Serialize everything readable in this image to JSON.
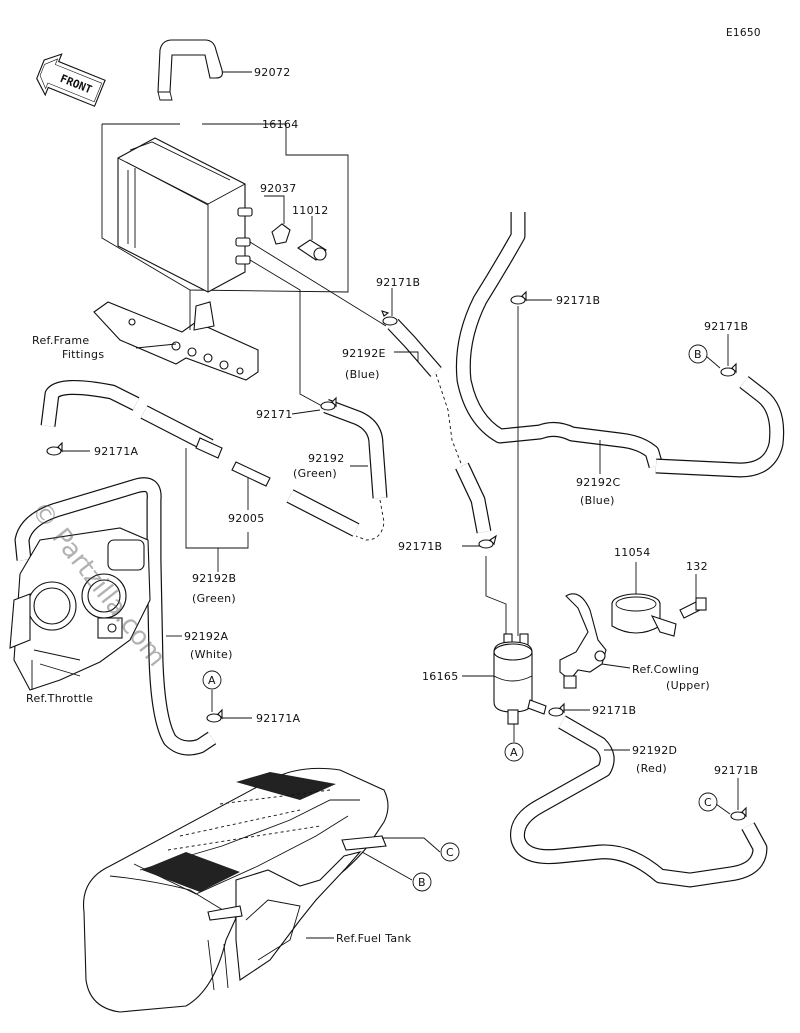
{
  "diagram_code": "E1650",
  "front_label": "FRONT",
  "watermark": "© Partzilla.com",
  "labels": {
    "p92072": "92072",
    "p16164": "16164",
    "p92037": "92037",
    "p11012": "11012",
    "p92171B_1": "92171B",
    "p92171B_2": "92171B",
    "p92171B_3": "92171B",
    "p92171B_4": "92171B",
    "p92171B_5": "92171B",
    "p92171B_6": "92171B",
    "p92192E": "92192E",
    "p92192E_color": "(Blue)",
    "p92171": "92171",
    "p92192": "92192",
    "p92192_color": "(Green)",
    "p92171A_1": "92171A",
    "p92171A_2": "92171A",
    "p92005": "92005",
    "p92192B": "92192B",
    "p92192B_color": "(Green)",
    "p92192A": "92192A",
    "p92192A_color": "(White)",
    "p92192C": "92192C",
    "p92192C_color": "(Blue)",
    "p11054": "11054",
    "p132": "132",
    "p16165": "16165",
    "p92192D": "92192D",
    "p92192D_color": "(Red)",
    "ref_frame_1": "Ref.Frame",
    "ref_frame_2": "Fittings",
    "ref_throttle": "Ref.Throttle",
    "ref_cowling_1": "Ref.Cowling",
    "ref_cowling_2": "(Upper)",
    "ref_fuel_tank": "Ref.Fuel Tank"
  },
  "markers": {
    "a1": "A",
    "a2": "A",
    "b1": "B",
    "b2": "B",
    "c1": "C",
    "c2": "C"
  }
}
